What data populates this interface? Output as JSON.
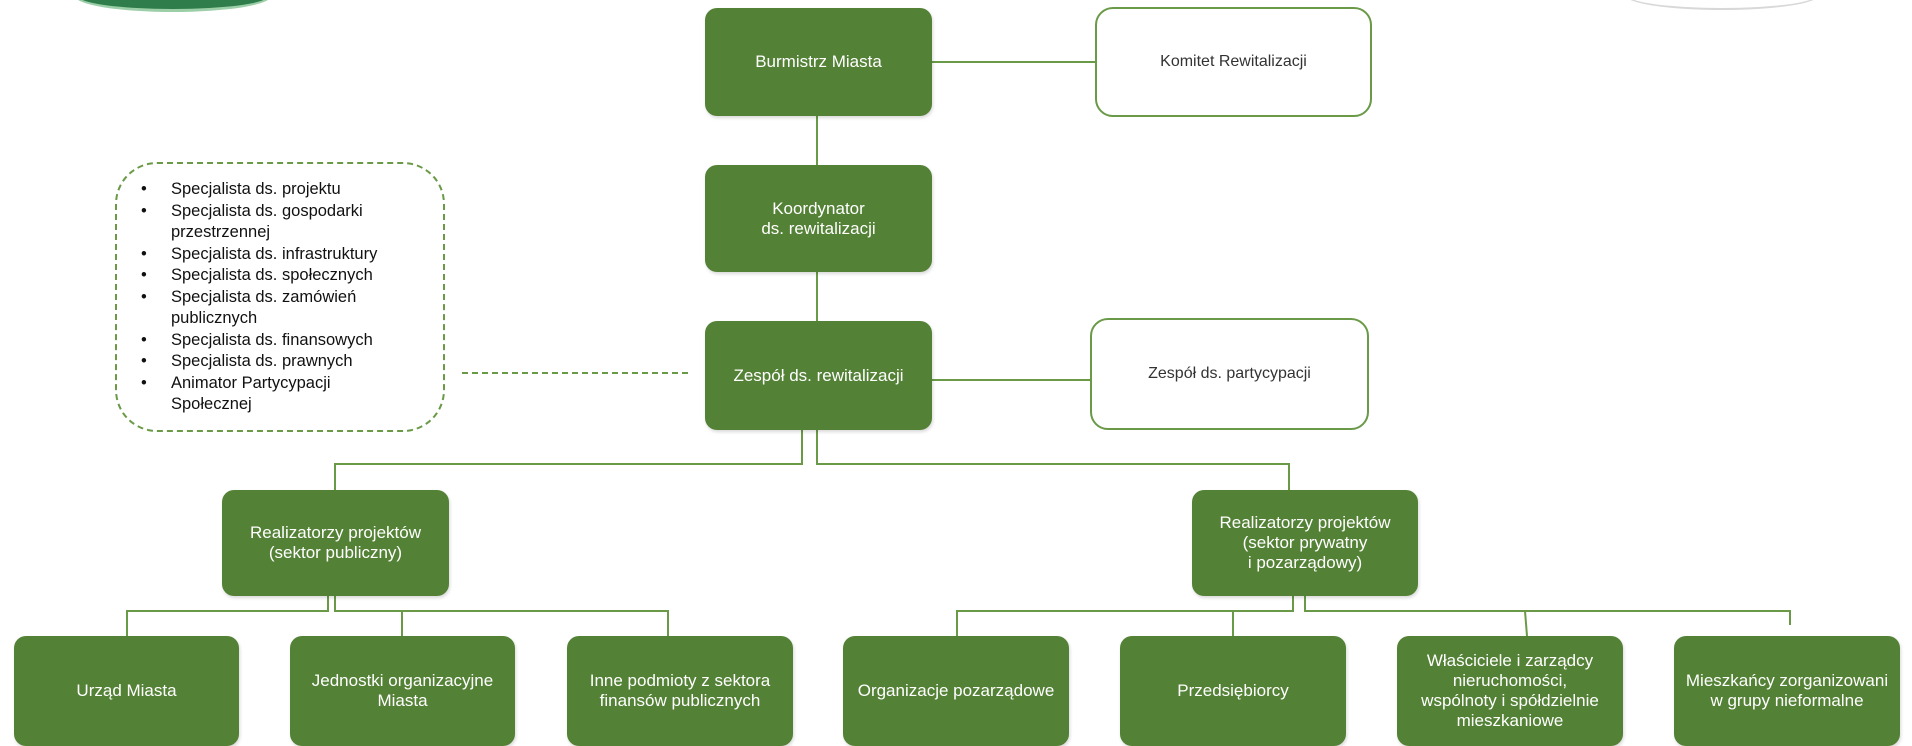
{
  "colors": {
    "box_fill": "#538135",
    "line": "#6a9a48",
    "box_text": "#ffffff",
    "outline_text": "#333333"
  },
  "nodes": {
    "mayor": "Burmistrz Miasta",
    "committee": "Komitet Rewitalizacji",
    "coordinator": "Koordynator\nds. rewitalizacji",
    "team": "Zespół ds. rewitalizacji",
    "participation_team": "Zespół ds. partycypacji",
    "public_implementers": "Realizatorzy projektów\n(sektor publiczny)",
    "private_implementers": "Realizatorzy projektów\n(sektor prywatny\ni pozarządowy)",
    "city_office": "Urząd Miasta",
    "city_units": "Jednostki organizacyjne\nMiasta",
    "public_finance": "Inne podmioty z sektora\nfinansów publicznych",
    "ngos": "Organizacje pozarządowe",
    "entrepreneurs": "Przedsiębiorcy",
    "owners": "Właściciele i zarządcy\nnieruchomości,\nwspólnoty i spółdzielnie\nmieszkaniowe",
    "residents": "Mieszkańcy zorganizowani\nw grupy nieformalne"
  },
  "specialists": {
    "bullet": "•",
    "items": [
      "Specjalista ds. projektu",
      "Specjalista ds. gospodarki\nprzestrzennej",
      "Specjalista ds. infrastruktury",
      "Specjalista ds. społecznych",
      "Specjalista ds. zamówień\npublicznych",
      "Specjalista ds. finansowych",
      "Specjalista ds. prawnych",
      "Animator Partycypacji\nSpołecznej"
    ]
  }
}
